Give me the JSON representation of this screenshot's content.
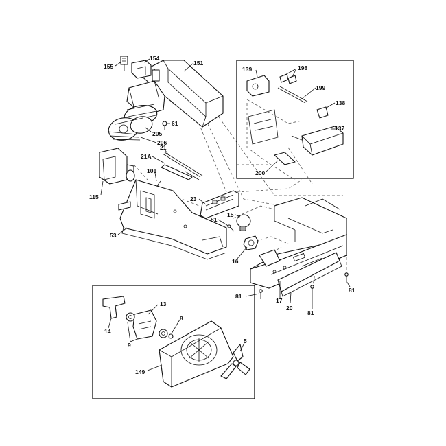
{
  "diagram": {
    "callouts": {
      "c155": "155",
      "c154": "154",
      "c151": "151",
      "c61": "61",
      "c205": "205",
      "c206": "206",
      "c21": "21",
      "c21a": "21A",
      "c101": "101",
      "c115": "115",
      "c23": "23",
      "c15": "15",
      "c81a": "81",
      "c53": "53",
      "c16": "16",
      "c139": "139",
      "c198": "198",
      "c199": "199",
      "c138": "138",
      "c137": "137",
      "c200": "200",
      "c81b": "81",
      "c17": "17",
      "c20": "20",
      "c81c": "81",
      "c81d": "81",
      "c13": "13",
      "c14": "14",
      "c8": "8",
      "c9": "9",
      "c5": "5",
      "c149": "149"
    }
  }
}
